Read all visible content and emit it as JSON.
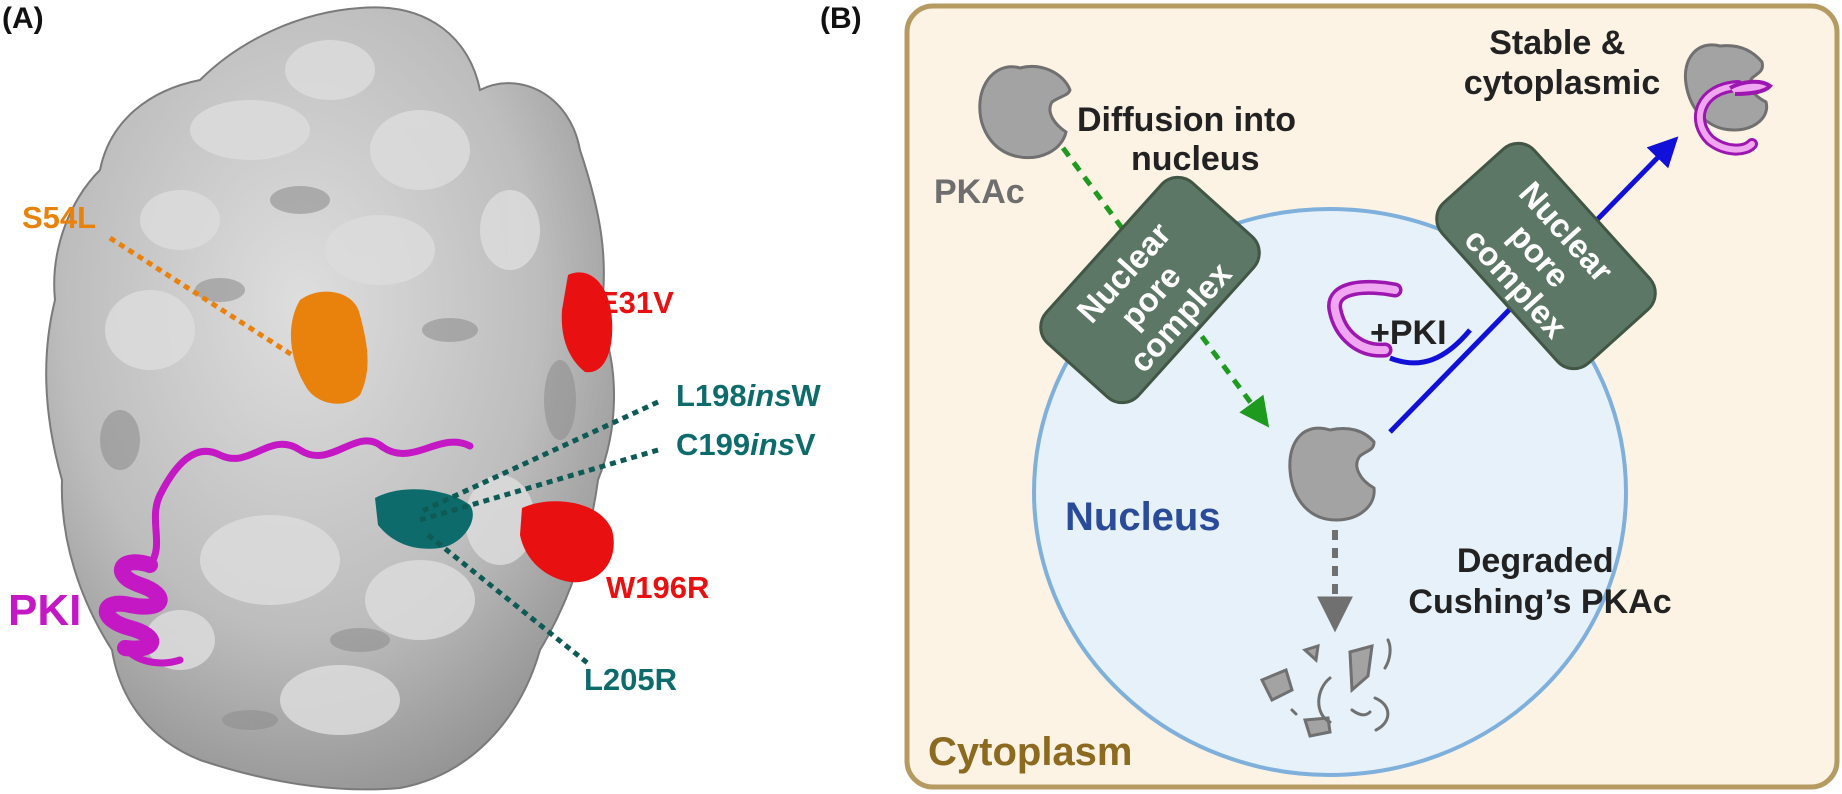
{
  "colors": {
    "surface": "#c4c4c4",
    "surface_dark": "#8a8a8a",
    "orange": "#e8820c",
    "red": "#e81010",
    "teal": "#0e6b6b",
    "magenta": "#c418c4",
    "cell_bg": "#fdf3e4",
    "cell_border": "#b59a62",
    "nucleus_fill": "#e6f1fa",
    "nucleus_border": "#7fb0dc",
    "npc": "#5c7765",
    "green_arrow": "#1e9a1e",
    "blue_arrow": "#1010d8",
    "pkac_gray": "#a3a3a3"
  },
  "panel_a": {
    "label": "(A)",
    "mutations": {
      "s54l": "S54L",
      "e31v": "E31V",
      "l198insw": {
        "a": "L198",
        "b": "ins",
        "c": "W"
      },
      "c199insv": {
        "a": "C199",
        "b": "ins",
        "c": "V"
      },
      "w196r": "W196R",
      "l205r": "L205R"
    },
    "pki": "PKI"
  },
  "panel_b": {
    "label": "(B)",
    "pkac": "PKAc",
    "diffusion": [
      "Diffusion into",
      "nucleus"
    ],
    "npc_left": [
      "Nuclear",
      "pore",
      "complex"
    ],
    "npc_right": [
      "Nuclear",
      "pore",
      "complex"
    ],
    "stable": [
      "Stable &",
      "cytoplasmic"
    ],
    "plus_pki": "+PKI",
    "nucleus": "Nucleus",
    "degraded": [
      "Degraded",
      "Cushing’s PKAc"
    ],
    "cytoplasm": "Cytoplasm"
  }
}
